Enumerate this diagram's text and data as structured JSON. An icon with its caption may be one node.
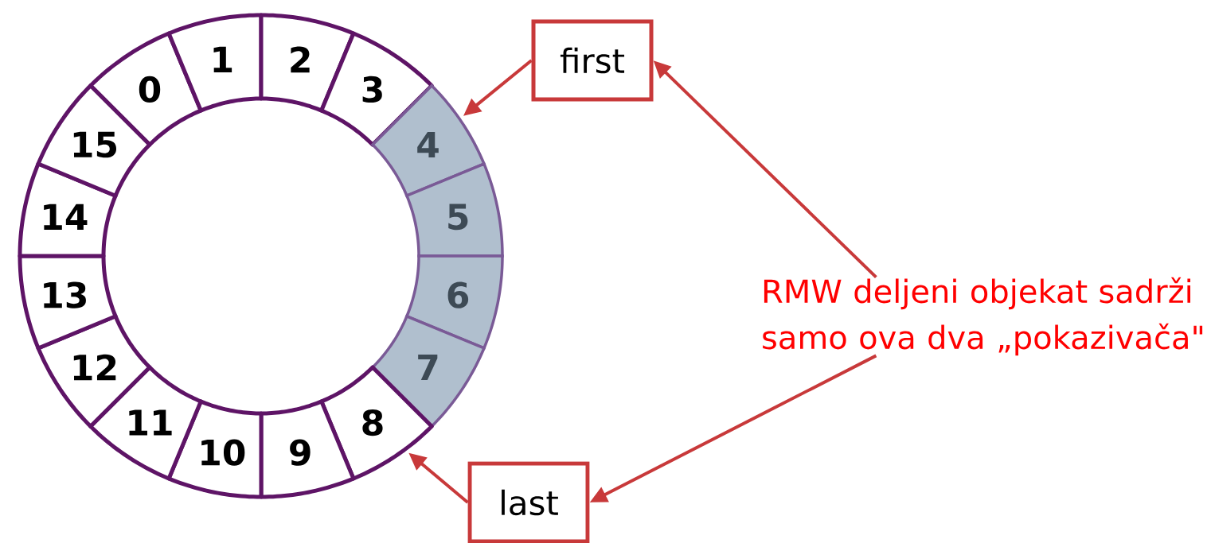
{
  "diagram": {
    "nodes": [
      {
        "text": [
          "0"
        ]
      },
      {
        "text": [
          "1"
        ]
      },
      {
        "text": [
          "2"
        ]
      },
      {
        "text": [
          "3"
        ]
      },
      {
        "text": [
          "4"
        ]
      },
      {
        "text": [
          "5"
        ]
      },
      {
        "text": [
          "6"
        ]
      },
      {
        "text": [
          "7"
        ]
      },
      {
        "text": [
          "8"
        ]
      },
      {
        "text": [
          "9"
        ]
      },
      {
        "text": [
          "10"
        ]
      },
      {
        "text": [
          "11"
        ]
      },
      {
        "text": [
          "12"
        ]
      },
      {
        "text": [
          "13"
        ]
      },
      {
        "text": [
          "14"
        ]
      },
      {
        "text": [
          "15"
        ]
      },
      {
        "text": [
          "first"
        ]
      },
      {
        "text": [
          "last"
        ]
      },
      {
        "text": [
          "RMW deljeni objekat sadrži samo ova dva „pokazivača\""
        ]
      }
    ],
    "edges": [
      {
        "from": 16,
        "to": 4,
        "arrow": "to"
      },
      {
        "from": 17,
        "to": 8,
        "arrow": "to"
      },
      {
        "from": 18,
        "to": 16,
        "arrow": "to"
      },
      {
        "from": 18,
        "to": 17,
        "arrow": "to"
      }
    ]
  }
}
